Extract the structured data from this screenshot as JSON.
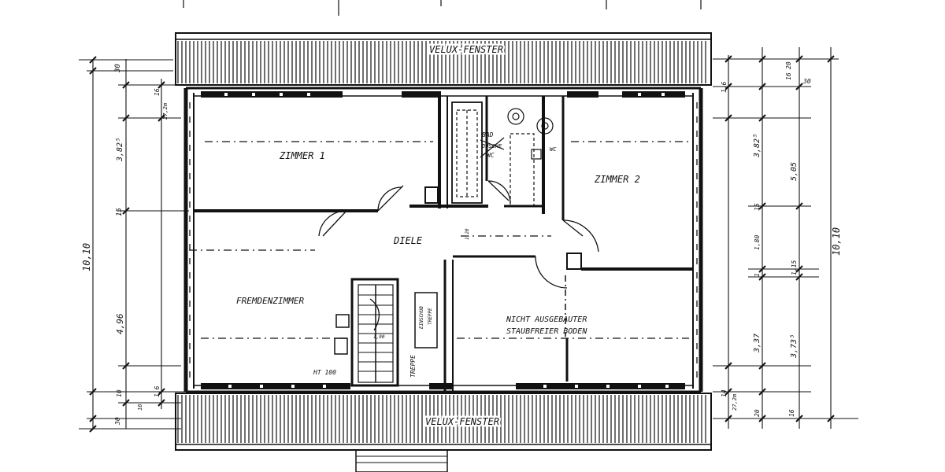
{
  "roof_labels": {
    "top": "VELUX-FENSTER",
    "bottom": "VELUX-FENSTER"
  },
  "rooms": {
    "zimmer1": "ZIMMER 1",
    "zimmer2": "ZIMMER 2",
    "bad": "BAD",
    "dusche": "DUSCHE",
    "wc_bad": "WC",
    "wc_right": "WC",
    "diele": "DIELE",
    "fremdenzimmer": "FREMDENZIMMER",
    "nicht_line1": "NICHT AUSGEBAUTER",
    "nicht_line2": "STAUBFREIER BODEN",
    "treppe": "TREPPE",
    "einschub_line1": "EINSCHUB",
    "einschub_line2": "TREPPE",
    "ht100": "HT 100",
    "stair_value": "1,90",
    "hall_value": "1,20"
  },
  "dimensions_left": {
    "d30_top": "30",
    "d16_top": "16",
    "d27_top": "27,2m",
    "d382": "3,82⁵",
    "d15": "15",
    "d1010": "10,10",
    "d496": "4,96",
    "d16_bot": "1,6",
    "d10": "10",
    "d30_bot": "30",
    "d16b": "16"
  },
  "dimensions_right": {
    "d20_top": "20",
    "d16_top": "16",
    "d30": "30",
    "d16_r": "1,6",
    "d382": "3,82⁵",
    "d505": "5,05",
    "d15": "15",
    "d1010": "10,10",
    "d180": "1,80",
    "d1": "1",
    "d115": "1,15",
    "d337": "3,37",
    "d373": "3,73⁵",
    "d14": "14",
    "d272": "27,2m",
    "d20_bot": "20",
    "d16_bot": "16"
  }
}
